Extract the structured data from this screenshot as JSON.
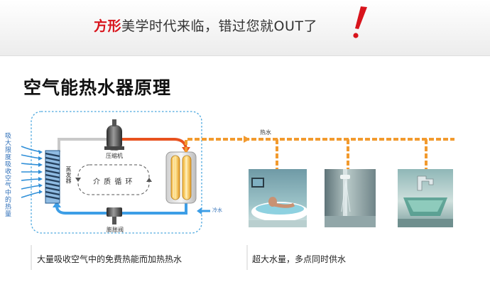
{
  "banner": {
    "headline_accent": "方形",
    "headline_rest": "美学时代来临，错过您就OUT了"
  },
  "section": {
    "title": "空气能热水器原理"
  },
  "diagram": {
    "air_side_label": "吸大限度吸收空气中的热量",
    "compressor_label": "压缩机",
    "evaporator_label": "蒸发器",
    "cycle_label": "介 质 循 环",
    "expansion_valve_label": "膨胀阀",
    "hot_water_label": "热水",
    "cold_water_label": "冷水"
  },
  "footer": {
    "left_caption": "大量吸收空气中的免费热能而加热热水",
    "right_caption": "超大水量，多点同时供水"
  },
  "colors": {
    "accent_red": "#d8141c",
    "hot_pipe": "#e8521f",
    "cold_pipe": "#3d9ee6",
    "water_main": "#f29a2e",
    "dashed_frame": "#49a6de"
  }
}
